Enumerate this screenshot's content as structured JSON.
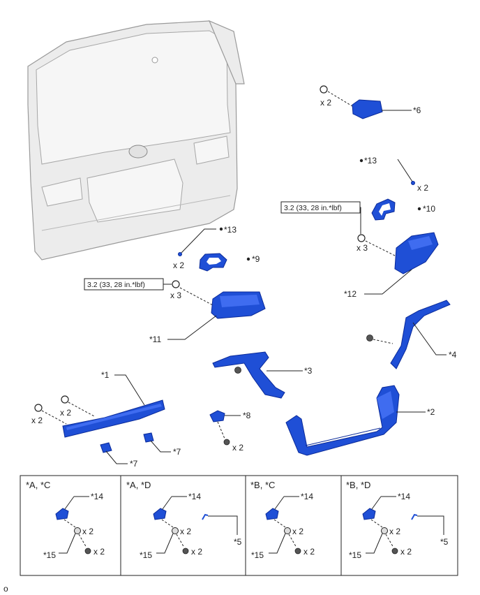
{
  "callouts": {
    "c1": "*1",
    "c2": "*2",
    "c3": "*3",
    "c4": "*4",
    "c6": "*6",
    "c7a": "*7",
    "c7b": "*7",
    "c8": "*8",
    "c9": "*9",
    "c10": "*10",
    "c11": "*11",
    "c12": "*12",
    "c13a": "*13",
    "c13b": "*13"
  },
  "torque": {
    "left": "3.2 (33, 28 in.*lbf)",
    "right": "3.2 (33, 28 in.*lbf)"
  },
  "quantities": {
    "q6": "x 2",
    "q13a": "x 2",
    "q13b": "x 2",
    "q11": "x 3",
    "q12": "x 3",
    "q1a": "x 2",
    "q1b": "x 2",
    "q8": "x 2"
  },
  "variants": [
    {
      "header": "*A, *C",
      "c14": "*14",
      "c15": "*15",
      "qa": "x 2",
      "qb": "x 2",
      "c5": ""
    },
    {
      "header": "*A, *D",
      "c14": "*14",
      "c15": "*15",
      "qa": "x 2",
      "qb": "x 2",
      "c5": "*5"
    },
    {
      "header": "*B, *C",
      "c14": "*14",
      "c15": "*15",
      "qa": "x 2",
      "qb": "x 2",
      "c5": ""
    },
    {
      "header": "*B, *D",
      "c14": "*14",
      "c15": "*15",
      "qa": "x 2",
      "qb": "x 2",
      "c5": "*5"
    }
  ],
  "footer_code": "o",
  "colors": {
    "part": "#1f4fd6",
    "door": "#ececec"
  }
}
